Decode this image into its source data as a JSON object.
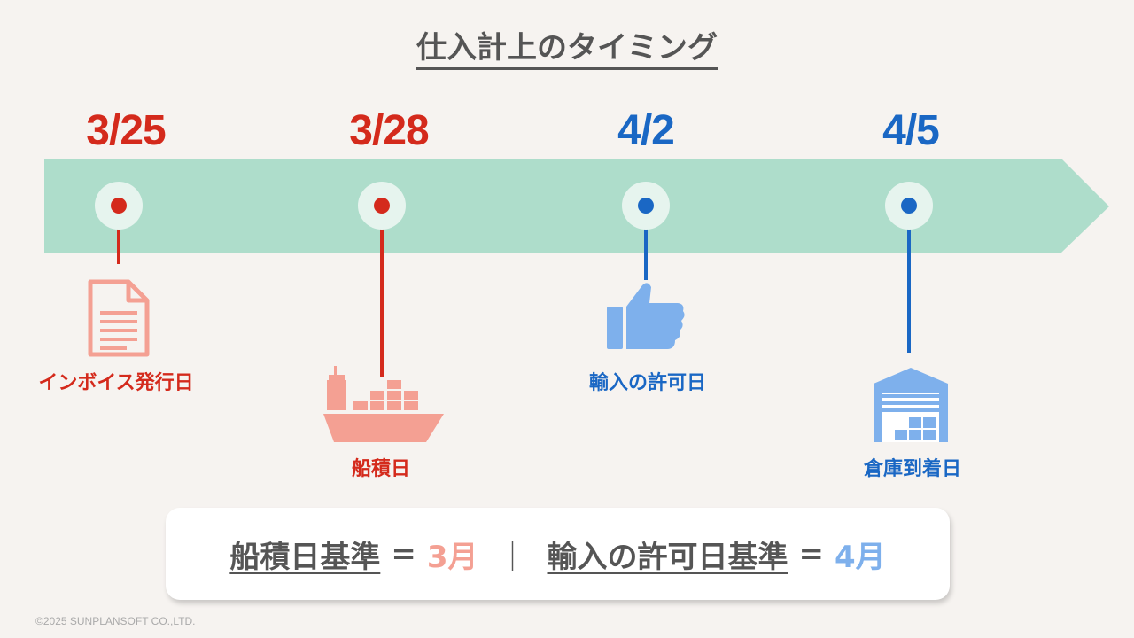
{
  "title": "仕入計上のタイミング",
  "timeline": [
    {
      "date": "3/25",
      "label": "インボイス発行日",
      "color": "#d42a1c",
      "icon": "invoice-document-icon"
    },
    {
      "date": "3/28",
      "label": "船積日",
      "color": "#d42a1c",
      "icon": "cargo-ship-icon"
    },
    {
      "date": "4/2",
      "label": "輸入の許可日",
      "color": "#1a67c4",
      "icon": "thumbs-up-icon"
    },
    {
      "date": "4/5",
      "label": "倉庫到着日",
      "color": "#1a67c4",
      "icon": "warehouse-icon"
    }
  ],
  "summary": {
    "left_basis": "船積日基準",
    "left_equals": "=",
    "left_value": "3月",
    "separator": "｜",
    "right_basis": "輸入の許可日基準",
    "right_equals": "=",
    "right_value": "4月"
  },
  "colors": {
    "background": "#f6f3f0",
    "band": "#aeddcb",
    "red": "#d42a1c",
    "blue": "#1a67c4",
    "red_icon": "#f4a093",
    "blue_icon": "#7eb0ec"
  },
  "copyright": "©2025 SUNPLANSOFT CO.,LTD."
}
